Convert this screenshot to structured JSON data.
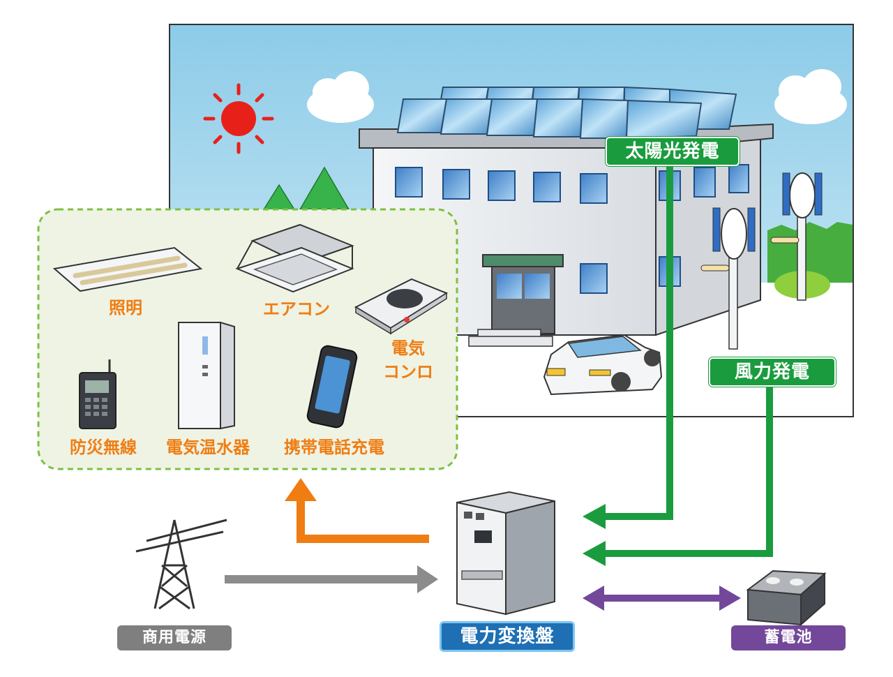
{
  "sources": {
    "solar_label": "太陽光発電",
    "wind_label": "風力発電"
  },
  "central": {
    "commercial_power_label": "商用電源",
    "converter_label": "電力変換盤",
    "battery_label": "蓄電池"
  },
  "appliances": {
    "lighting": "照明",
    "aircon": "エアコン",
    "stove_line1": "電気",
    "stove_line2": "コンロ",
    "radio": "防災無線",
    "water_heater": "電気温水器",
    "phone_charging": "携帯電話充電"
  },
  "colors": {
    "green": "#1a9c3e",
    "orange": "#ef7d12",
    "gray": "#8c8c8c",
    "purple": "#73489a",
    "blue": "#1f6fb4",
    "sun": "#e8201a",
    "sky": "#9ed3ec"
  },
  "icons": [
    "sun-icon",
    "cloud-icon",
    "tree-icon",
    "solar-panel-icon",
    "building-icon",
    "car-icon",
    "wind-turbine-icon",
    "ceiling-light-icon",
    "air-conditioner-icon",
    "induction-stove-icon",
    "radio-icon",
    "water-heater-icon",
    "smartphone-icon",
    "power-tower-icon",
    "power-converter-icon",
    "battery-icon"
  ]
}
